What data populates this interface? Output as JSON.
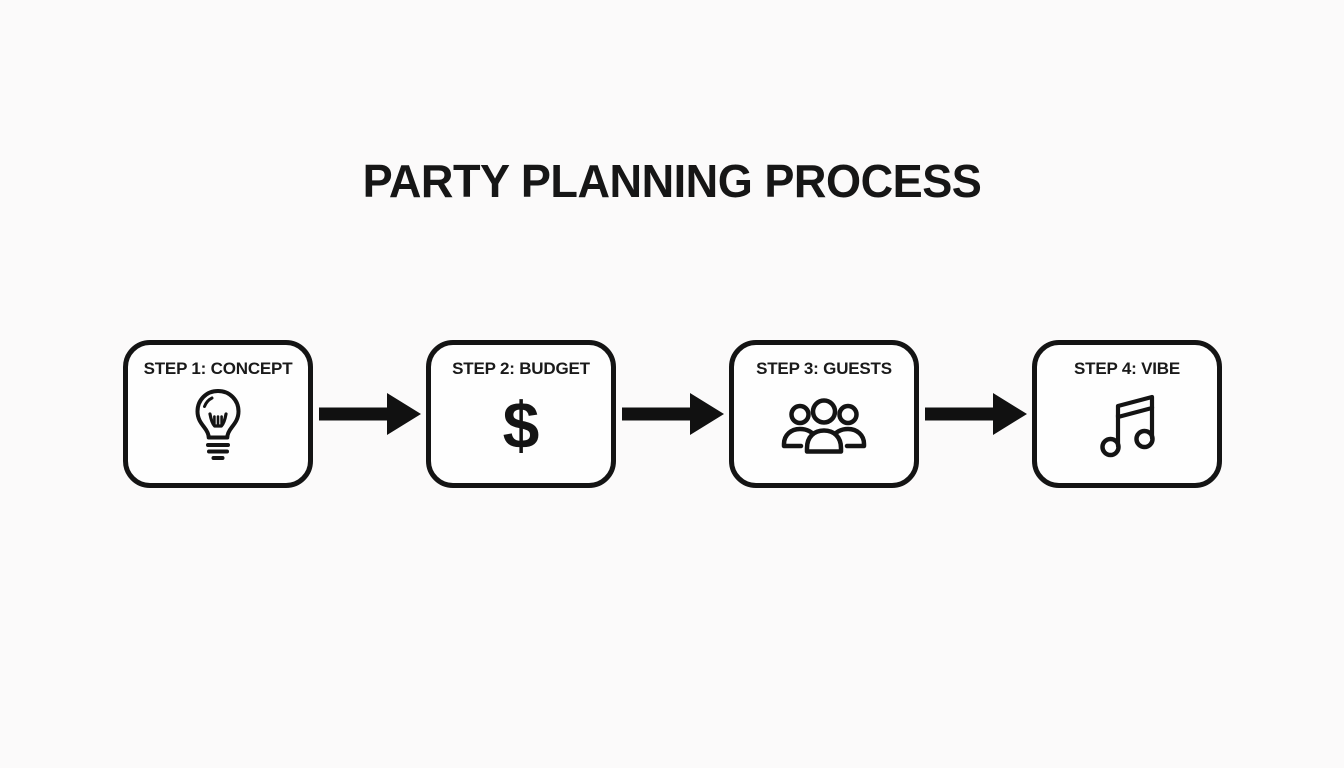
{
  "title": "PARTY PLANNING PROCESS",
  "colors": {
    "background": "#fbfafa",
    "ink": "#141414",
    "box_fill": "#fefefe"
  },
  "icons": {
    "dollar_glyph": "$"
  },
  "steps": [
    {
      "label": "STEP 1: CONCEPT",
      "icon": "lightbulb-icon"
    },
    {
      "label": "STEP 2: BUDGET",
      "icon": "dollar-sign-icon"
    },
    {
      "label": "STEP 3: GUESTS",
      "icon": "guests-group-icon"
    },
    {
      "label": "STEP 4: VIBE",
      "icon": "music-note-icon"
    }
  ]
}
